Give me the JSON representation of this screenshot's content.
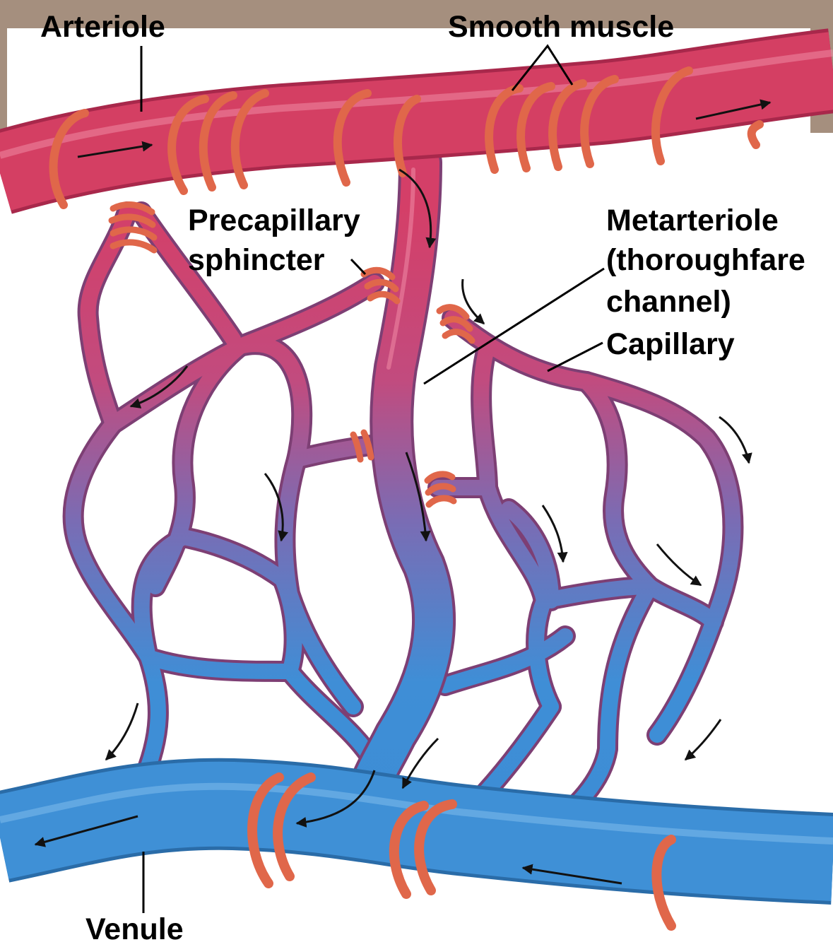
{
  "labels": {
    "arteriole": "Arteriole",
    "smooth_muscle": "Smooth muscle",
    "precapillary_line1": "Precapillary",
    "precapillary_line2": "sphincter",
    "metarteriole_line1": "Metarteriole",
    "metarteriole_line2": "(thoroughfare",
    "metarteriole_line3": "channel)",
    "capillary": "Capillary",
    "venule": "Venule"
  },
  "colors": {
    "frame": "#a58f7e",
    "arterial": "#d43f63",
    "venous": "#3f90d6",
    "smooth_muscle": "#e0674a",
    "leader": "#000000"
  }
}
